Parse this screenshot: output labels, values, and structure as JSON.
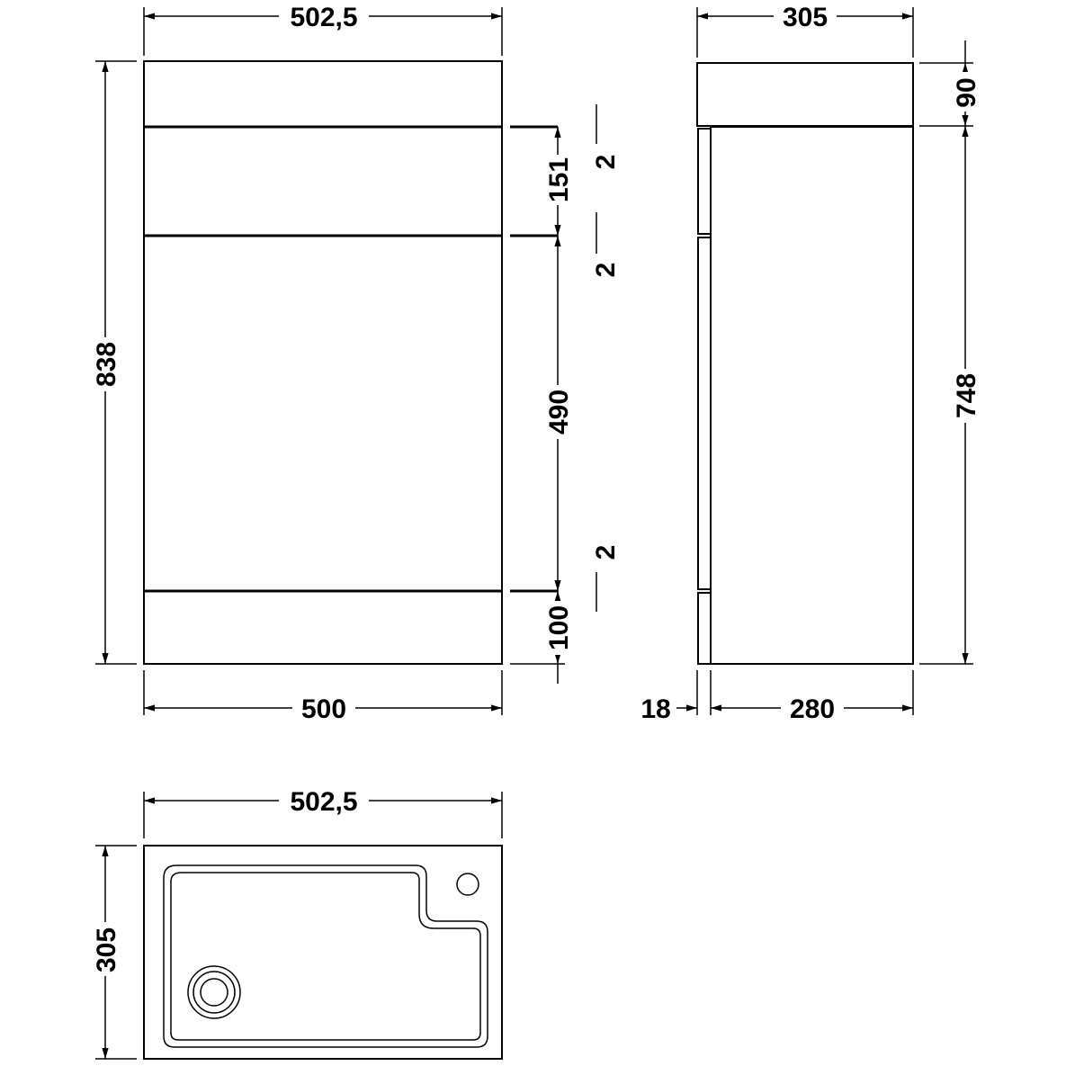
{
  "front_view": {
    "width_top": "502,5",
    "height_total": "838",
    "width_bottom": "500",
    "drawer_height": "151",
    "door_height": "490",
    "plinth_height": "100",
    "gap_1": "2",
    "gap_2": "2",
    "gap_3": "2"
  },
  "side_view": {
    "depth_top": "305",
    "basin_height": "90",
    "carcass_height": "748",
    "door_thickness": "18",
    "carcass_depth": "280"
  },
  "plan_view": {
    "width": "502,5",
    "depth": "305"
  },
  "colors": {
    "line": "#000000",
    "background": "#ffffff"
  }
}
